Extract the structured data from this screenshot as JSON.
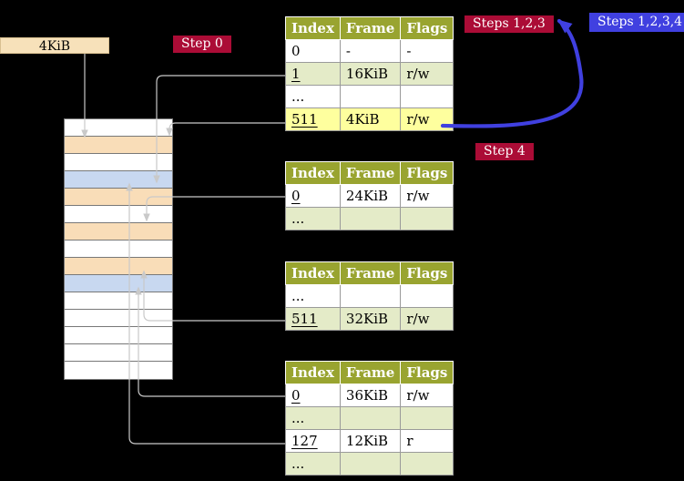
{
  "frame_box": {
    "label": "4KiB"
  },
  "badges": {
    "step0": {
      "label": "Step 0"
    },
    "steps123": {
      "label": "Steps 1,2,3"
    },
    "steps1234": {
      "label": "Steps 1,2,3,4"
    },
    "step4": {
      "label": "Step 4"
    }
  },
  "tables": [
    {
      "name": "level-4-page-table",
      "headers": [
        "Index",
        "Frame",
        "Flags"
      ],
      "rows": [
        {
          "index": "0",
          "frame": "-",
          "flags": "-",
          "bg": "rwhite"
        },
        {
          "index": "1",
          "frame": "16KiB",
          "flags": "r/w",
          "bg": "rgreen",
          "mark": "underline"
        },
        {
          "index": "...",
          "frame": "",
          "flags": "",
          "bg": "rwhite"
        },
        {
          "index": "511",
          "frame": "4KiB",
          "flags": "r/w",
          "bg": "ryellow",
          "mark": "underline"
        }
      ]
    },
    {
      "name": "level-3-page-table",
      "headers": [
        "Index",
        "Frame",
        "Flags"
      ],
      "rows": [
        {
          "index": "0",
          "frame": "24KiB",
          "flags": "r/w",
          "bg": "rwhite",
          "mark": "underline"
        },
        {
          "index": "...",
          "frame": "",
          "flags": "",
          "bg": "rgreen"
        }
      ]
    },
    {
      "name": "level-2-page-table",
      "headers": [
        "Index",
        "Frame",
        "Flags"
      ],
      "rows": [
        {
          "index": "...",
          "frame": "",
          "flags": "",
          "bg": "rwhite"
        },
        {
          "index": "511",
          "frame": "32KiB",
          "flags": "r/w",
          "bg": "rgreen",
          "mark": "underline"
        }
      ]
    },
    {
      "name": "level-1-page-table",
      "headers": [
        "Index",
        "Frame",
        "Flags"
      ],
      "rows": [
        {
          "index": "0",
          "frame": "36KiB",
          "flags": "r/w",
          "bg": "rwhite",
          "mark": "underline"
        },
        {
          "index": "...",
          "frame": "",
          "flags": "",
          "bg": "rgreen"
        },
        {
          "index": "127",
          "frame": "12KiB",
          "flags": "r",
          "bg": "rwhite",
          "mark": "underline"
        },
        {
          "index": "...",
          "frame": "",
          "flags": "",
          "bg": "rgreen"
        }
      ]
    }
  ],
  "memory_strip": {
    "rows": [
      {
        "color": "white"
      },
      {
        "color": "peach"
      },
      {
        "color": "white"
      },
      {
        "color": "blue"
      },
      {
        "color": "peach"
      },
      {
        "color": "white"
      },
      {
        "color": "peach"
      },
      {
        "color": "white"
      },
      {
        "color": "peach"
      },
      {
        "color": "blue"
      },
      {
        "color": "white"
      },
      {
        "color": "white"
      },
      {
        "color": "white"
      },
      {
        "color": "white"
      },
      {
        "color": "white"
      }
    ]
  },
  "colors": {
    "background": "#000000",
    "table_header_bg": "#99a430",
    "row_green": "#e4ebc8",
    "row_yellow": "#feff9e",
    "badge_red": "#ab0c36",
    "badge_blue": "#4040e0",
    "frame_peach": "#f9ddb8",
    "frame_blue": "#c8d8f0",
    "arrow_gray": "#c9c9c9"
  }
}
